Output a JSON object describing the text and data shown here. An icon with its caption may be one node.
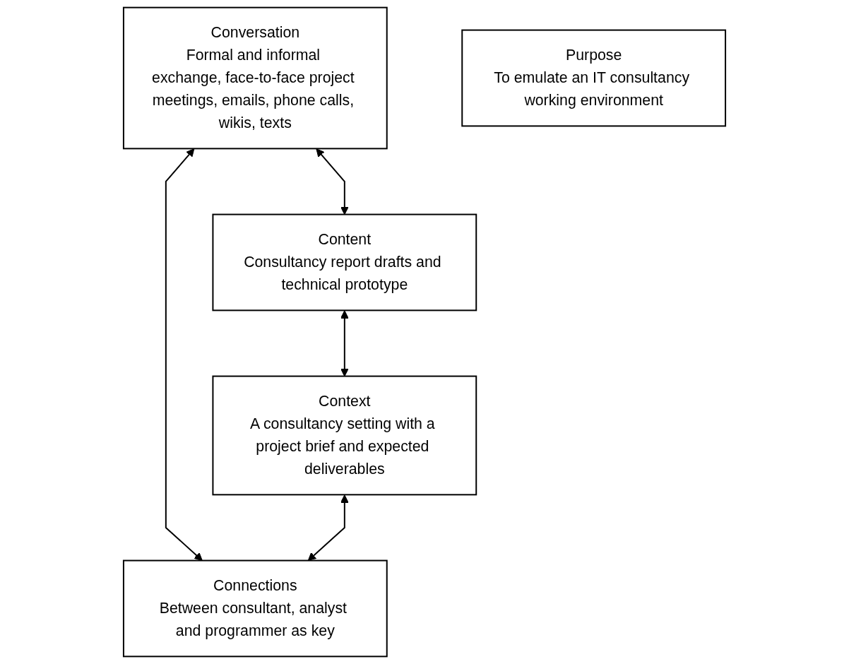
{
  "diagram": {
    "nodes": [
      {
        "text": [
          "Conversation",
          "Formal and informal exchange, face-to-face project meetings, emails, phone calls, wikis, texts"
        ]
      },
      {
        "text": [
          "Content",
          "Consultancy report drafts and technical prototype"
        ]
      },
      {
        "text": [
          "Purpose",
          "To emulate an IT consultancy working environment"
        ]
      },
      {
        "text": [
          "Connections",
          "Between consultant, analyst and programmer as key"
        ]
      },
      {
        "text": [
          "Context",
          "A consultancy setting with a project brief and expected deliverables"
        ]
      }
    ],
    "edges": [
      {
        "from": 0,
        "to": 1,
        "arrow": "both"
      },
      {
        "from": 0,
        "to": 3,
        "arrow": "both"
      },
      {
        "from": 1,
        "to": 4,
        "arrow": "both"
      },
      {
        "from": 4,
        "to": 3,
        "arrow": "both"
      }
    ]
  }
}
